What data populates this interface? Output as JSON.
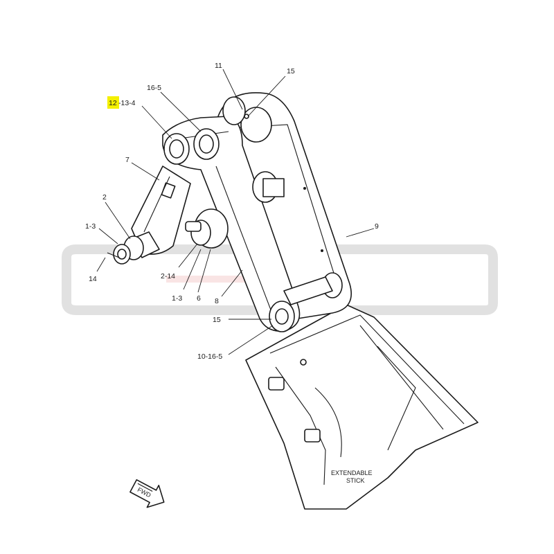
{
  "labels": {
    "l_11": "11",
    "l_15_top": "15",
    "l_16_5": "16-5",
    "l_12": "12",
    "l_13_4": "-13-4",
    "l_7": "7",
    "l_2": "2",
    "l_1_3_left": "1-3",
    "l_14": "14",
    "l_2_14": "2-14",
    "l_1_3_mid": "1-3",
    "l_6": "6",
    "l_8": "8",
    "l_9": "9",
    "l_15_bottom": "15",
    "l_10_16_5": "10-16-5",
    "stick_line1": "EXTENDABLE",
    "stick_line2": "STICK",
    "fwd": "FWD"
  },
  "colors": {
    "highlight": "#f4f000",
    "line": "#1a1a1a",
    "watermark": "#d9d9d9",
    "watermark_accent": "#f2c4c4"
  },
  "icons": {
    "fwd_arrow": "fwd-arrow-icon"
  }
}
